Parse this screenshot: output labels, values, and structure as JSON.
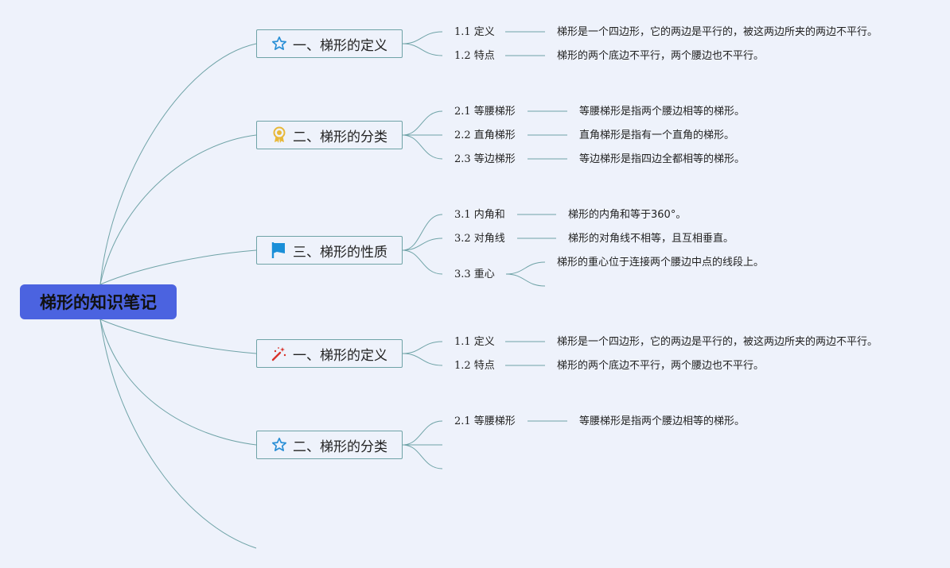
{
  "root": {
    "title": "梯形的知识笔记"
  },
  "branches": [
    {
      "label": "一、梯形的定义",
      "icon": "star-icon",
      "items": [
        {
          "label": "1.1 定义",
          "desc": "梯形是一个四边形，它的两边是平行的，被这两边所夹的两边不平行。"
        },
        {
          "label": "1.2 特点",
          "desc": "梯形的两个底边不平行，两个腰边也不平行。"
        }
      ]
    },
    {
      "label": "二、梯形的分类",
      "icon": "award-medal-icon",
      "items": [
        {
          "label": "2.1 等腰梯形",
          "desc": "等腰梯形是指两个腰边相等的梯形。"
        },
        {
          "label": "2.2 直角梯形",
          "desc": "直角梯形是指有一个直角的梯形。"
        },
        {
          "label": "2.3 等边梯形",
          "desc": "等边梯形是指四边全都相等的梯形。"
        }
      ]
    },
    {
      "label": "三、梯形的性质",
      "icon": "flag-icon",
      "items": [
        {
          "label": "3.1 内角和",
          "desc": "梯形的内角和等于360°。"
        },
        {
          "label": "3.2 对角线",
          "desc": "梯形的对角线不相等，且互相垂直。"
        },
        {
          "label": "3.3 重心",
          "desc": "梯形的重心位于连接两个腰边中点的线段上。"
        }
      ]
    },
    {
      "label": "一、梯形的定义",
      "icon": "magic-wand-icon",
      "items": [
        {
          "label": "1.1 定义",
          "desc": "梯形是一个四边形，它的两边是平行的，被这两边所夹的两边不平行。"
        },
        {
          "label": "1.2 特点",
          "desc": "梯形的两个底边不平行，两个腰边也不平行。"
        }
      ]
    },
    {
      "label": "二、梯形的分类",
      "icon": "star-icon",
      "items": [
        {
          "label": "2.1 等腰梯形",
          "desc": "等腰梯形是指两个腰边相等的梯形。"
        }
      ]
    }
  ],
  "colors": {
    "background": "#eef2fb",
    "root": "#4b63e0",
    "connector": "#6fa3a7",
    "star": "#2a8fd6",
    "medal": "#e8b838",
    "flag": "#1a8fd8",
    "wand": "#d8322a"
  }
}
